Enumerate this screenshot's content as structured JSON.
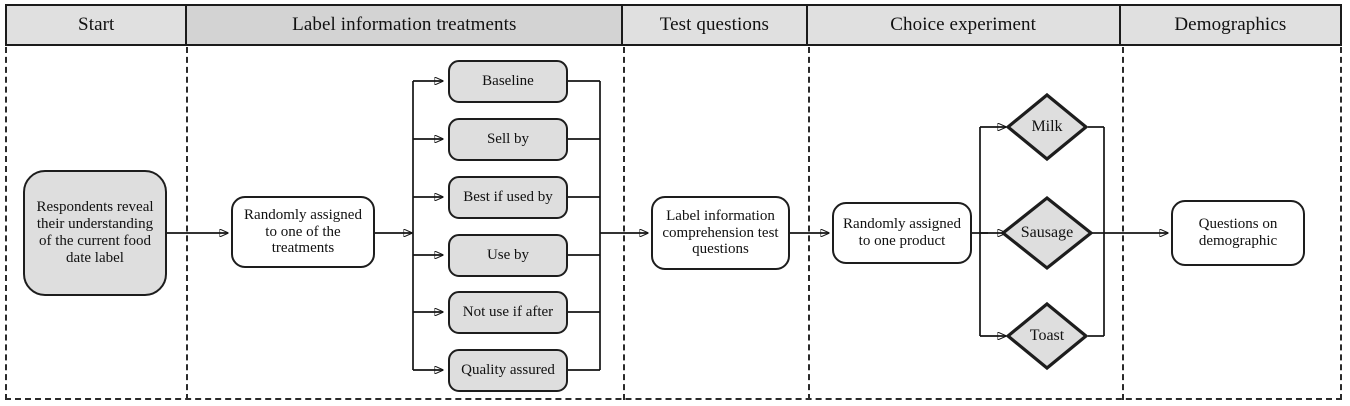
{
  "title": "Survey flow diagram",
  "colors": {
    "header_fill": "#e0e0e0",
    "header_fill_alt": "#d3d3d3",
    "node_fill_shaded": "#dedede",
    "node_fill_plain": "#ffffff",
    "stroke": "#1d1d1d",
    "lane_divider": "#2a2a2a"
  },
  "header": {
    "cells": [
      {
        "label": "Start"
      },
      {
        "label": "Label information treatments"
      },
      {
        "label": "Test questions"
      },
      {
        "label": "Choice experiment"
      },
      {
        "label": "Demographics"
      }
    ]
  },
  "nodes": {
    "start": {
      "label": "Respondents reveal their understanding of the current food date label"
    },
    "randomize_treatment": {
      "label": "Randomly assigned to one of the treatments"
    },
    "test_questions": {
      "label": "Label information comprehension test questions"
    },
    "randomize_product": {
      "label": "Randomly assigned to one product"
    },
    "demographics": {
      "label": "Questions on demographic"
    }
  },
  "treatments": [
    {
      "label": "Baseline"
    },
    {
      "label": "Sell by"
    },
    {
      "label": "Best if used by"
    },
    {
      "label": "Use by"
    },
    {
      "label": "Not use if after"
    },
    {
      "label": "Quality assured"
    }
  ],
  "products": [
    {
      "label": "Milk"
    },
    {
      "label": "Sausage"
    },
    {
      "label": "Toast"
    }
  ],
  "chart_data": {
    "type": "diagram",
    "title": "Survey flow diagram",
    "lanes": [
      "Start",
      "Label information treatments",
      "Test questions",
      "Choice experiment",
      "Demographics"
    ],
    "steps": [
      "Respondents reveal their understanding of the current food date label",
      "Randomly assigned to one of the treatments",
      "Label information comprehension test questions",
      "Randomly assigned to one product",
      "Questions on demographic"
    ],
    "branch_treatments": [
      "Baseline",
      "Sell by",
      "Best if used by",
      "Use by",
      "Not use if after",
      "Quality assured"
    ],
    "branch_products": [
      "Milk",
      "Sausage",
      "Toast"
    ]
  }
}
